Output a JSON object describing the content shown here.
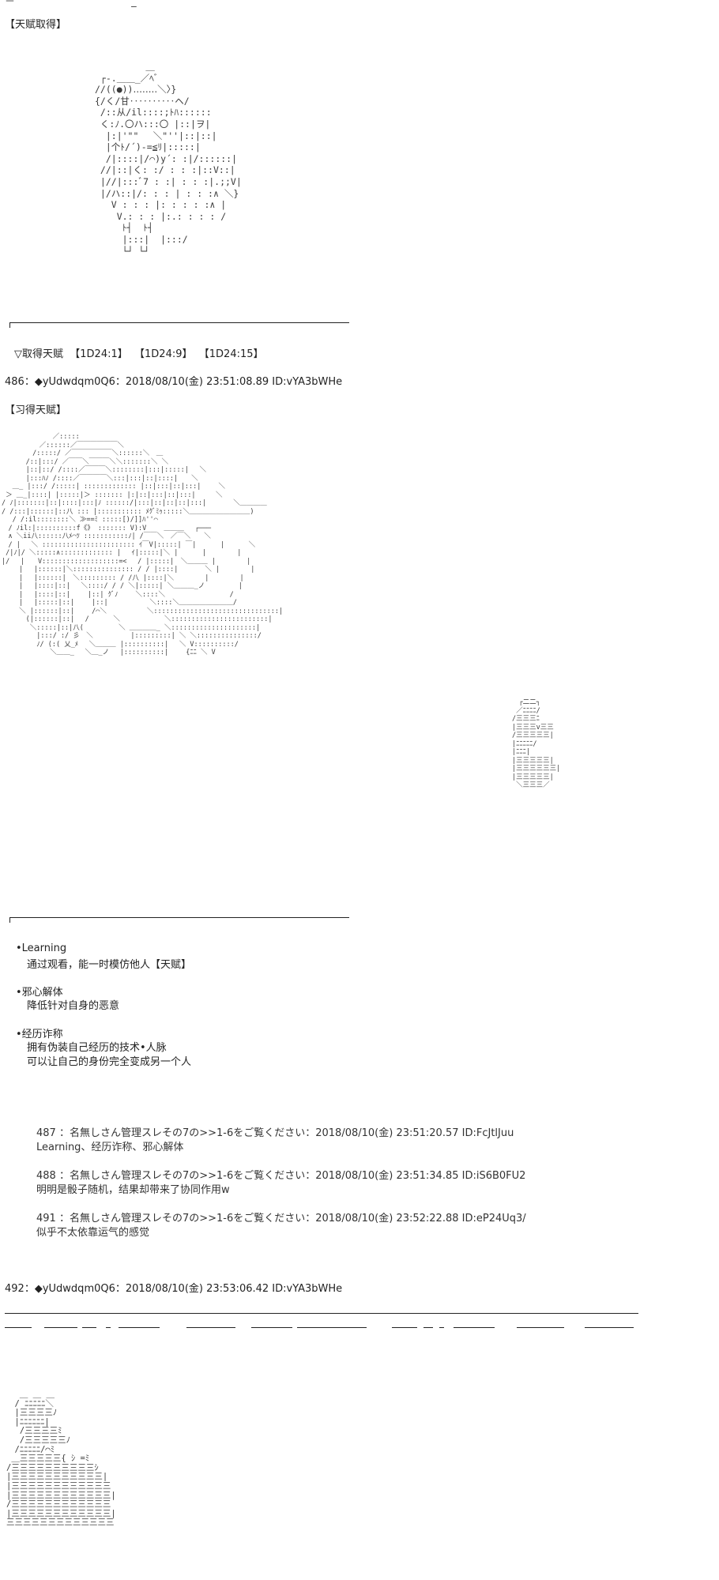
{
  "top_fragment": "－ 　　　　　　　　　　　_",
  "section1": {
    "header": "【天赋取得】",
    "art": "　　　　　 ＿\n ┌‐.＿＿_／ﾍﾞ\n//((●))‥‥‥‥＼〉}\n{/く/甘‥‥‥‥‥ヘ/\n /::从/il::::;ﾄﾊ::::::\n く:ﾉ.〇ハ:::〇 |::|ヲ|\n  |:|'\"\"　 ＼\"''|::|::|\n  |个ﾄ/´)‐=≦ﾘ|:::::|\n  /|::::|/⌒)y´: :|/::::::|\n //|::|く: :/ : : :|::V::|\n |//|:::ﾞ7 : :| : : :|.;;V|\n |/ハ::|/: : : | : : :∧ ＼}\n   V : : : |: : : : :∧ |\n    V.: : : |:.: : : : /\n     ﾄ┤  ﾄ┤\n     |:::|  |:::/\n     └┘ └┘",
    "rolls_label": "▽取得天赋",
    "rolls": [
      "【1D24:1】",
      "【1D24:9】",
      "【1D24:15】"
    ]
  },
  "post486": {
    "number": "486",
    "sep": "：",
    "trip": "◆yUdwdqm0Q6",
    "datetime": "：2018/08/10(金) 23:51:08.89 ID:vYA3bWHe"
  },
  "section2": {
    "header": "【习得天赋】",
    "art": "　　　　　　　 ／::::: \n　　　　　 ／::::::／￣￣￣￣￣￣＼ \n　　　　 /:::::/ ／￣￣￣￣￣￣＼::::::＼　＿ \n　　　 /::|:::/ ／￣￣＼￣￣￣＼＼:::::::＼ ＼ \n　　　 |::|::/ /::::／￣￣￣＼::::::::|:::|:::::|　 ＼ \n　　　 |:::ﾊﾉ /::::／￣￣￣￣＼:::|:::|::|::::|　　＼ \n　 ＿_ |:::/ /:::::| ::::::::::::: |::|:::|::|:::|　　 ＼ \n ＞ ＿_|::::| |:::::|＞ ::::::: |:|::|:::|::|:::|　　　＼ \n/ ﾉ|:::::::|::|::::|:::|ﾉ ::::::/|:::|::|::|::|:::|　　　　＼＿＿＿＿ \n/ /:::|::::::|::八 ::: |::::::::::: ﾒｸﾞﾐｩ:::::＼＿＿＿＿＿＿＿＿＿) \n　 / /:il::::::::＼ ≫==ﾐ :::::[)/]]ﾊ''⌒ \n　/ ﾉil:|::::::::::f《》 ::::::: V):V 　　＿＿＿　 ┌─── \n　∧ ＼ii八::::::八ﾒ⌒ﾂ :::::::::::ﾉ| /￣￣＼　／￣＼　　＼ \n　/ |　 ＼ ::::::::::::::::::::::: ｲ￣V|:::::| ￣|　　　 |　　　 ＼ \n /|ﾉ|/ ＼:::::∧::::::::::::: |　 ｲ|:::::|＼ |　　　 |　　　　 | \n|/ 　|　　V:::::::::::::::::::=<　 / |:::::|　＼＿＿＿ |　　　　 | \n 　　|　 |::::::|＼::::::::::::::: / / |::::|　　　　＼ |　　　　 | \n 　　|　 |::::::|　＼::::::::: / /八 |::::|＼　　　　 |　　　　 | \n 　　|　 |::::|::|　 ＼::::/ / / ＼|:::::| ＼＿＿＿_ノ　　　　　| \n 　　|　 |::::|::|　　 |::| ｸﾞﾉ　　 ＼::::＼　　　　　　　　　 / \n 　　|　 |:::::|::|　　 |::| 　　　　　 ＼::::＼＿＿＿＿＿＿＿＿/ \n 　　＼ |::::::|::| 　　/⌒＼　　　　　　＼:::::::::::::::::::::::::::::::| \n 　　　(|::::::|::|　 /　　　 ＼　　　　　　 ＼::::::::::::::::::::::::| \n 　　　 ＼:::::|::|八( 　　　　 ＼ ＿＿＿＿_ ＼:::::::::::::::::::::| \n 　　　　 |:::/ :/ 彡　＼　　　　　 |:::::::::| ＼ ＼:::::::::::::::/ \n 　　　　 ﾉ/ (:( 乂_ﾒ　 ＼＿＿＿ |::::::::::|　 ＼ V::::::::::/ \n 　　　　　　 ＼＿＿_　 ＼＿_ノ 　|::::::::::|　　 {ﾆﾆ ＼ V ",
    "art_right": "　┌二二┐\n ／ﾆﾆﾆﾆ/\n/三三三ﾆ\n|三三三v三三\n/三三三三三|\n|ﾆﾆﾆﾆﾆ/\n|ﾆﾆﾆ|\n|三三三三三|\n|三三三三三三|\n|三三三三三|\n ＼三三三／"
  },
  "talents": [
    {
      "name": "•Learning",
      "desc": [
        "通过观看，能一时模仿他人【天赋】"
      ]
    },
    {
      "name": "•邪心解体",
      "desc": [
        "降低针对自身的恶意"
      ]
    },
    {
      "name": "•经历诈称",
      "desc": [
        "拥有伪装自己经历的技术•人脉",
        "可以让自己的身份完全变成另一个人"
      ]
    }
  ],
  "replies": [
    {
      "header": "487 ：名無しさん管理スレその7の>>1-6をご覧ください：2018/08/10(金) 23:51:20.57 ID:FcJtlJuu",
      "body": "Learning、经历诈称、邪心解体"
    },
    {
      "header": "488 ：名無しさん管理スレその7の>>1-6をご覧ください：2018/08/10(金) 23:51:34.85 ID:iS6B0FU2",
      "body": "明明是骰子随机，结果却带来了协同作用w"
    },
    {
      "header": "491 ：名無しさん管理スレその7の>>1-6をご覧ください：2018/08/10(金) 23:52:22.88 ID:eP24Uq3/",
      "body": "似乎不太依靠运气的感觉"
    }
  ],
  "post492": {
    "number": "492",
    "sep": "：",
    "trip": "◆yUdwdqm0Q6",
    "datetime": "：2018/08/10(金) 23:53:06.42 ID:vYA3bWHe"
  },
  "section3": {
    "art": "　 ＿ ＿ ＿ \n　/ ﾆﾆﾆﾆﾆ＼ \n　|三三三三ﾉ \n　|ﾆﾆﾆﾆﾆﾆ| \n　 /三三三三ﾐ \n　 /三三三三三ﾉ \n　/ﾆﾆﾆﾆﾆ/⌒ﾐ \n ＿三三三三三{ ｼ =ﾐ \n/三三三三三三三三三三ｼ \n|三三三三三三三三三三三| \n|三三三三三三三三三三三三 \n|三三三三三三三三三三三三| \n/三三三三三三三三三三三三 \n|三三三三三三三三三三三三| \n三三三三三三三三三三三三三 "
  }
}
